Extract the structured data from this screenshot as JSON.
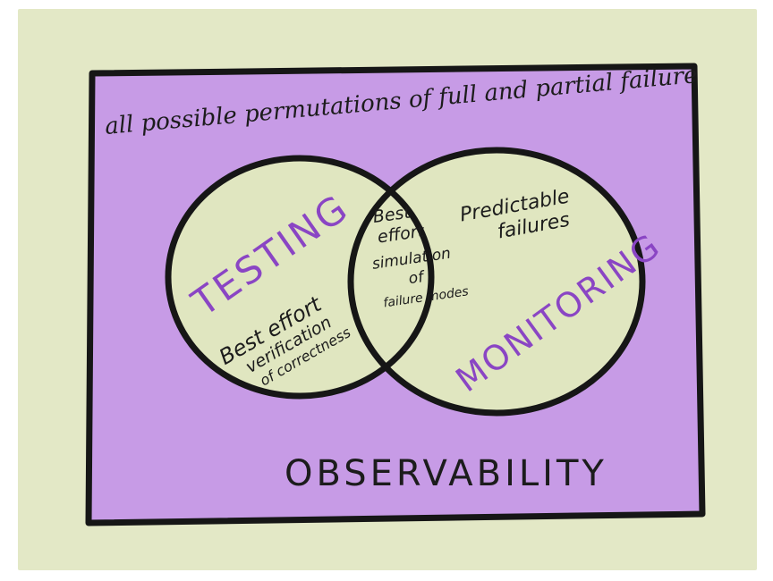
{
  "diagram": {
    "outer_label": "all possible permutations of full and partial failure",
    "bottom_label": "OBSERVABILITY",
    "left_circle": {
      "title": "TESTING",
      "description_lines": [
        "Best effort",
        "verification",
        "of correctness"
      ]
    },
    "right_circle": {
      "title": "MONITORING",
      "description_lines": [
        "Predictable",
        "failures"
      ]
    },
    "overlap": {
      "description_lines": [
        "Best",
        "effort",
        "simulation",
        "of",
        "failure modes"
      ]
    }
  },
  "colors": {
    "paper": "#e3e8c6",
    "box_fill": "#c79be6",
    "circle_fill": "#e0e6c0",
    "outline": "#161616",
    "accent_text": "#8a45c4",
    "ink": "#1c1c1c"
  }
}
